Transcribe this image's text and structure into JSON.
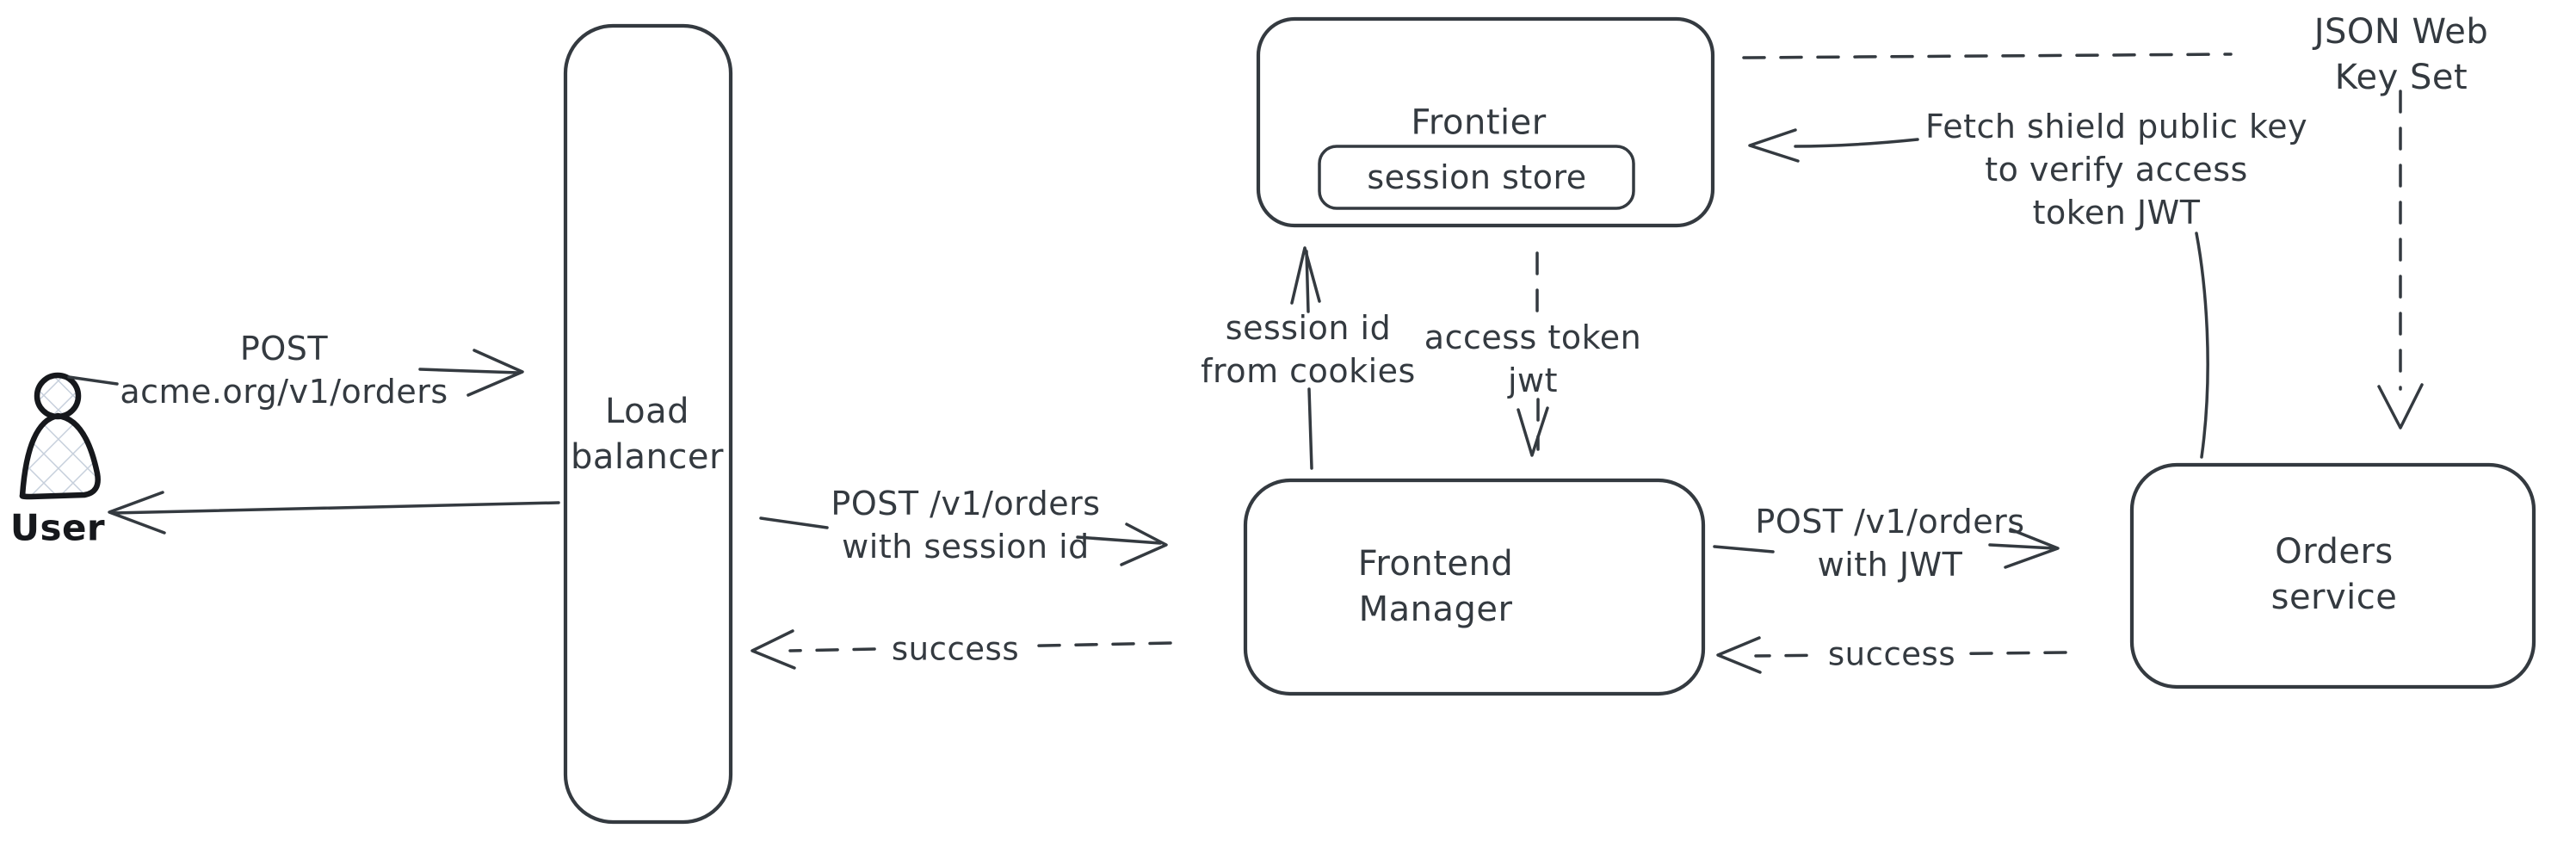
{
  "diagram": {
    "nodes": {
      "user": {
        "label": "User"
      },
      "load_balancer": {
        "label": "Load\nbalancer"
      },
      "frontier": {
        "label": "Frontier"
      },
      "session_store": {
        "label": "session store"
      },
      "frontend_manager": {
        "label": "Frontend\nManager"
      },
      "orders_service": {
        "label": "Orders service"
      }
    },
    "edges": {
      "user_to_load_balancer": {
        "label": "POST\nacme.org/v1/orders",
        "style": "solid"
      },
      "load_balancer_to_user": {
        "label": "",
        "style": "solid"
      },
      "load_balancer_to_frontend_manager": {
        "label": "POST /v1/orders\nwith session id",
        "style": "solid"
      },
      "frontend_manager_to_load_balancer": {
        "label": "success",
        "style": "dashed"
      },
      "frontend_manager_to_frontier": {
        "label": "session id\nfrom cookies",
        "style": "solid"
      },
      "frontier_to_frontend_manager": {
        "label": "access token\njwt",
        "style": "dashed"
      },
      "frontend_manager_to_orders_service": {
        "label": "POST /v1/orders\nwith JWT",
        "style": "solid"
      },
      "orders_service_to_frontend_manager": {
        "label": "success",
        "style": "dashed"
      },
      "orders_service_to_frontier": {
        "label": "Fetch shield public key\nto verify access\ntoken JWT",
        "style": "solid"
      },
      "frontier_to_jwks": {
        "label": "JSON Web Key Set",
        "style": "dashed"
      },
      "jwks_to_orders_service": {
        "label": "",
        "style": "dashed"
      }
    },
    "colors": {
      "stroke": "#343a40",
      "user_stroke": "#16181c",
      "hatch": "#c7d0dc",
      "background": "#ffffff"
    }
  }
}
